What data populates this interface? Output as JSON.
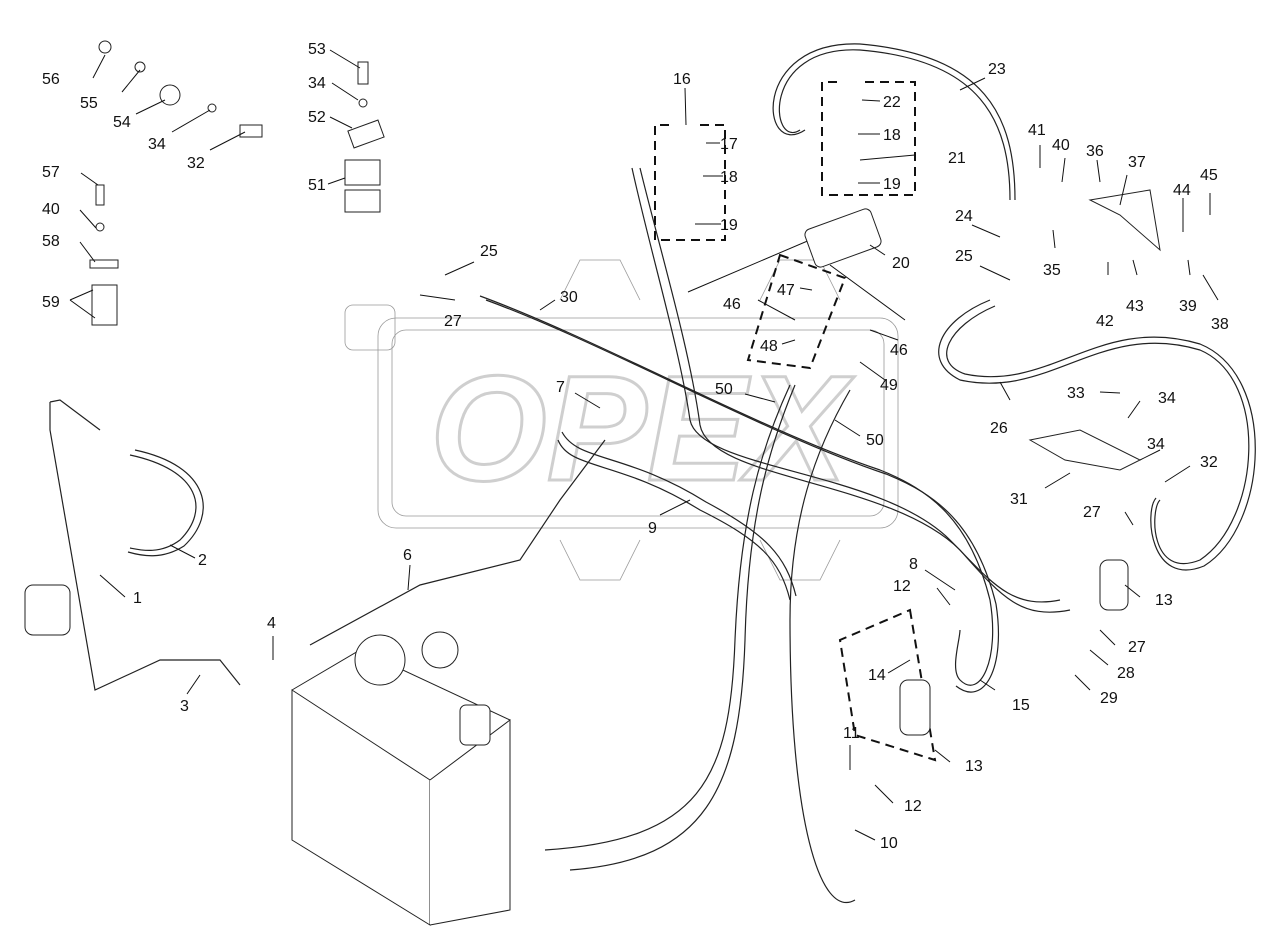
{
  "watermark": "OPEX",
  "labels": [
    "56",
    "55",
    "54",
    "34",
    "32",
    "53",
    "34",
    "52",
    "51",
    "57",
    "40",
    "58",
    "59",
    "16",
    "17",
    "18",
    "19",
    "22",
    "18",
    "21",
    "19",
    "23",
    "20",
    "41",
    "40",
    "36",
    "37",
    "44",
    "45",
    "24",
    "35",
    "25",
    "25",
    "30",
    "27",
    "47",
    "46",
    "46",
    "48",
    "49",
    "42",
    "43",
    "39",
    "38",
    "7",
    "50",
    "50",
    "26",
    "33",
    "34",
    "34",
    "32",
    "31",
    "27",
    "13",
    "9",
    "2",
    "1",
    "6",
    "4",
    "3",
    "8",
    "12",
    "27",
    "28",
    "29",
    "14",
    "15",
    "13",
    "11",
    "12",
    "10"
  ]
}
